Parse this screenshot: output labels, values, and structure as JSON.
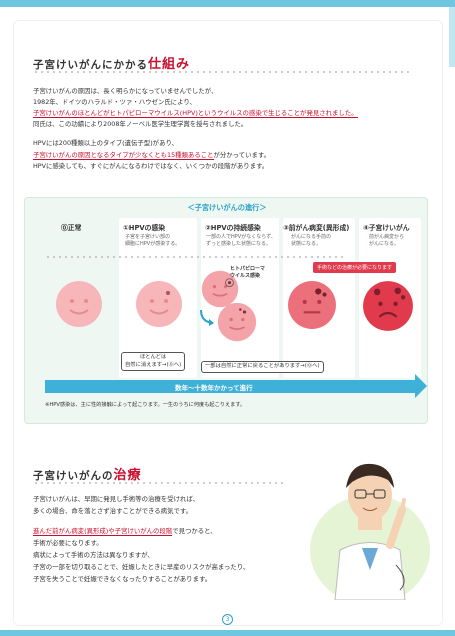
{
  "section1": {
    "title_pre": "子宮けいがんにかかる",
    "title_em": "仕組み",
    "p1": "子宮けいがんの原因は、長く明らかになっていませんでしたが、",
    "p2": "1982年、ドイツのハラルド・ツァ・ハウゼン氏により、",
    "p3": "子宮けいがんのほとんどがヒトパピローマウイルス(HPV)というウイルスの感染で生じることが発見されました。",
    "p4": "同氏は、この功績により2008年ノーベル医学生理学賞を授与されました。",
    "p5": "HPVには200種類以上のタイプ(遺伝子型)があり、",
    "p6": "子宮けいがんの原因となるタイプが少なくとも15種類あること",
    "p6b": "が分かっています。",
    "p7": "HPVに感染しても、すぐにがんになるわけではなく、いくつかの段階があります。"
  },
  "panel": {
    "title": "＜子宮けいがんの進行＞",
    "stages": [
      {
        "label": "⓪正常",
        "desc": ""
      },
      {
        "label": "①HPVの感染",
        "desc": "子宮を子宮けい部の\n細胞にHPVが感染する。"
      },
      {
        "label": "②HPVの持続感染",
        "desc": "一部の人でHPVがなくならず、\nずっと感染した状態になる。"
      },
      {
        "label": "③前がん病変(異形成)",
        "desc": "がんになる手前の\n状態になる。"
      },
      {
        "label": "④子宮けいがん",
        "desc": "前がん病変から\nがんになる。"
      }
    ],
    "virus_label": "ヒトパピローマ\nウイルス感染",
    "treat_badge": "手術などの治療が必要になります",
    "box1": "ほとんどは\n自然に消えます→(⓪へ)",
    "box2": "一部は自然に正常に戻ることがあります→(⓪へ)",
    "arrow_text": "数年〜十数年かかって進行",
    "note": "※HPV感染は、主に性的接触によって起こります。一生のうちに何度も起こりえます。"
  },
  "section2": {
    "title_pre": "子宮けいがんの",
    "title_em": "治療",
    "q1": "子宮けいがんは、早期に発見し手術等の治療を受ければ、",
    "q2": "多くの場合、命を落とさず治すことができる病気です。",
    "q3a": "進んだ前がん病変(異形成)や子宮けいがんの段階",
    "q3b": "で見つかると、",
    "q4": "手術が必要になります。",
    "q5": "病状によって手術の方法は異なりますが、",
    "q6": "子宮の一部を切り取ることで、妊娠したときに早産のリスクが高まったり、",
    "q7": "子宮を失うことで妊娠できなくなったりすることがあります。"
  },
  "footer": {
    "page": "3"
  },
  "colors": {
    "accent": "#2aa2c8",
    "red": "#c8102e",
    "panel_bg": "#eef7f2",
    "face_pink": "#f4a4a9",
    "face_red": "#e03a4c"
  }
}
